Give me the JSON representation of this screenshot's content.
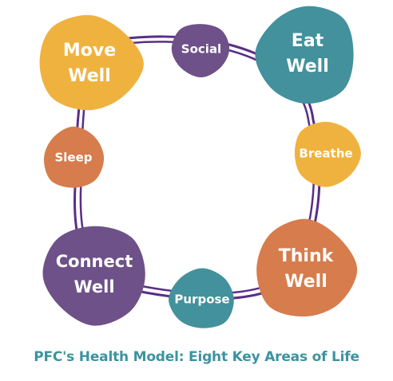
{
  "colors": {
    "yellow": "#F0B23F",
    "purple": "#6E5188",
    "teal": "#43919C",
    "orange": "#D77C4C",
    "ring": "#5A2E86",
    "caption": "#3C93A0"
  },
  "diagram": {
    "nodes": [
      {
        "id": "move-well",
        "lines": [
          "Move",
          "Well"
        ],
        "color": "yellow"
      },
      {
        "id": "social",
        "lines": [
          "Social"
        ],
        "color": "purple"
      },
      {
        "id": "eat-well",
        "lines": [
          "Eat",
          "Well"
        ],
        "color": "teal"
      },
      {
        "id": "sleep",
        "lines": [
          "Sleep"
        ],
        "color": "orange"
      },
      {
        "id": "breathe",
        "lines": [
          "Breathe"
        ],
        "color": "yellow"
      },
      {
        "id": "connect-well",
        "lines": [
          "Connect",
          "Well"
        ],
        "color": "purple"
      },
      {
        "id": "purpose",
        "lines": [
          "Purpose"
        ],
        "color": "teal"
      },
      {
        "id": "think-well",
        "lines": [
          "Think",
          "Well"
        ],
        "color": "orange"
      }
    ]
  },
  "caption": "PFC's Health Model: Eight Key Areas of Life"
}
